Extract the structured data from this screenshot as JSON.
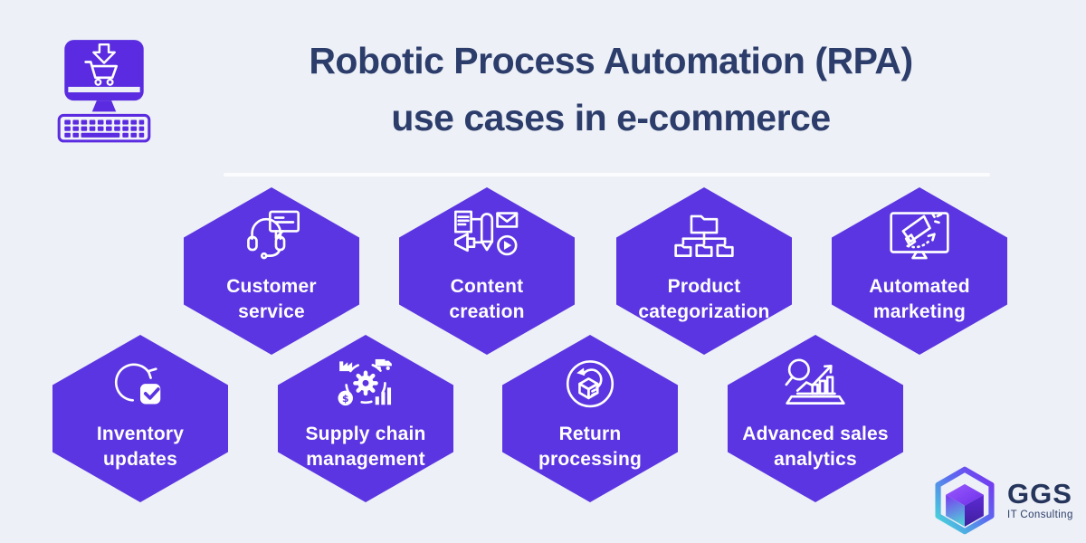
{
  "header": {
    "title_line1": "Robotic Process Automation (RPA)",
    "title_line2": "use cases in e-commerce"
  },
  "colors": {
    "background": "#edf0f6",
    "hexagon_fill": "#5b35e1",
    "title_text": "#2c3d6b",
    "hexagon_label_text": "#ffffff",
    "divider": "#fbfcfe",
    "logo_purple": "#5a2be0",
    "ggs_gradient_teal": "#45e3d8",
    "ggs_gradient_purple": "#7b2ff0"
  },
  "hexagons": [
    {
      "id": "customer-service",
      "line1": "Customer",
      "line2": "service",
      "icon": "headset-chat-icon"
    },
    {
      "id": "content-creation",
      "line1": "Content",
      "line2": "creation",
      "icon": "content-tools-icon"
    },
    {
      "id": "product-categorization",
      "line1": "Product",
      "line2": "categorization",
      "icon": "folder-tree-icon"
    },
    {
      "id": "automated-marketing",
      "line1": "Automated",
      "line2": "marketing",
      "icon": "megaphone-monitor-icon"
    },
    {
      "id": "inventory-updates",
      "line1": "Inventory",
      "line2": "updates",
      "icon": "refresh-check-icon"
    },
    {
      "id": "supply-chain-management",
      "line1": "Supply chain",
      "line2": "management",
      "icon": "supply-cycle-icon"
    },
    {
      "id": "return-processing",
      "line1": "Return",
      "line2": "processing",
      "icon": "return-box-icon"
    },
    {
      "id": "advanced-sales-analytics",
      "line1": "Advanced sales",
      "line2": "analytics",
      "icon": "analytics-laptop-icon"
    }
  ],
  "footer_logo": {
    "brand": "GGS",
    "tagline": "IT Consulting"
  }
}
